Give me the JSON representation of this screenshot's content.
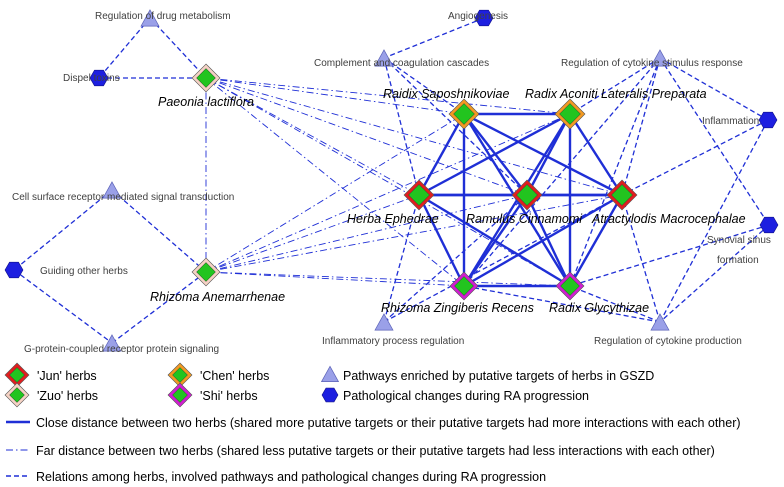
{
  "colors": {
    "edge": "#1f2fd6",
    "herb_fill": "#22c41f",
    "pathway": "#9aa0e8",
    "pathological": "#1d1fe0",
    "jun": "#e01f1f",
    "zuo": "#f5d2c4",
    "chen": "#f29a22",
    "shi": "#d01fd0"
  },
  "herbs": [
    {
      "id": "paeonia",
      "label": "Paeonia lactiflora",
      "role": "zuo"
    },
    {
      "id": "saposh",
      "label": "Raidix Saposhnikoviae",
      "role": "chen"
    },
    {
      "id": "aconiti",
      "label": "Radix Aconiti Lateralis Preparata",
      "role": "chen"
    },
    {
      "id": "ephedra",
      "label": "Herba Ephedrae",
      "role": "jun"
    },
    {
      "id": "cinnam",
      "label": "Ramulus Cinnamomi",
      "role": "jun"
    },
    {
      "id": "atract",
      "label": "Atractylodis Macrocephalae",
      "role": "jun"
    },
    {
      "id": "anemarr",
      "label": "Rhizoma Anemarrhenae",
      "role": "zuo"
    },
    {
      "id": "zingib",
      "label": "Rhizoma Zingiberis Recens",
      "role": "shi"
    },
    {
      "id": "glycyr",
      "label": "Radix Glycythizae",
      "role": "shi"
    }
  ],
  "pathways": [
    {
      "id": "drugmet",
      "label": "Regulation of drug metabolism"
    },
    {
      "id": "complement",
      "label": "Complement and coagulation cascades"
    },
    {
      "id": "cytostim",
      "label": "Regulation of cytokine stimulus response"
    },
    {
      "id": "cellsurf",
      "label": "Cell surface receptor mediated signal transduction"
    },
    {
      "id": "gprotein",
      "label": "G-protein-coupled receptor protein signaling"
    },
    {
      "id": "inflamproc",
      "label": "Inflammatory process regulation"
    },
    {
      "id": "cytoprod",
      "label": "Regulation of cytokine production"
    }
  ],
  "pathological": [
    {
      "id": "angio",
      "label": "Angiogenesis"
    },
    {
      "id": "dispel",
      "label": "Dispel toxins"
    },
    {
      "id": "inflam",
      "label": "Inflammation"
    },
    {
      "id": "synov",
      "label": "Synovial sinus",
      "label2": "formation"
    },
    {
      "id": "guiding",
      "label": "Guiding other herbs"
    }
  ],
  "close_edges": [
    [
      "saposh",
      "aconiti"
    ],
    [
      "saposh",
      "ephedra"
    ],
    [
      "saposh",
      "cinnam"
    ],
    [
      "saposh",
      "atract"
    ],
    [
      "saposh",
      "zingib"
    ],
    [
      "saposh",
      "glycyr"
    ],
    [
      "aconiti",
      "ephedra"
    ],
    [
      "aconiti",
      "cinnam"
    ],
    [
      "aconiti",
      "atract"
    ],
    [
      "aconiti",
      "zingib"
    ],
    [
      "aconiti",
      "glycyr"
    ],
    [
      "ephedra",
      "cinnam"
    ],
    [
      "ephedra",
      "atract"
    ],
    [
      "ephedra",
      "zingib"
    ],
    [
      "ephedra",
      "glycyr"
    ],
    [
      "cinnam",
      "atract"
    ],
    [
      "cinnam",
      "zingib"
    ],
    [
      "cinnam",
      "glycyr"
    ],
    [
      "atract",
      "zingib"
    ],
    [
      "atract",
      "glycyr"
    ],
    [
      "zingib",
      "glycyr"
    ]
  ],
  "far_edges": [
    [
      "paeonia",
      "saposh"
    ],
    [
      "paeonia",
      "aconiti"
    ],
    [
      "paeonia",
      "ephedra"
    ],
    [
      "paeonia",
      "cinnam"
    ],
    [
      "paeonia",
      "atract"
    ],
    [
      "paeonia",
      "anemarr"
    ],
    [
      "paeonia",
      "zingib"
    ],
    [
      "paeonia",
      "glycyr"
    ],
    [
      "anemarr",
      "saposh"
    ],
    [
      "anemarr",
      "aconiti"
    ],
    [
      "anemarr",
      "ephedra"
    ],
    [
      "anemarr",
      "cinnam"
    ],
    [
      "anemarr",
      "atract"
    ],
    [
      "anemarr",
      "zingib"
    ],
    [
      "anemarr",
      "glycyr"
    ]
  ],
  "relation_edges": [
    [
      "drugmet",
      "paeonia"
    ],
    [
      "drugmet",
      "dispel"
    ],
    [
      "dispel",
      "paeonia"
    ],
    [
      "angio",
      "complement"
    ],
    [
      "complement",
      "ephedra"
    ],
    [
      "complement",
      "cinnam"
    ],
    [
      "complement",
      "saposh"
    ],
    [
      "cytostim",
      "aconiti"
    ],
    [
      "cytostim",
      "atract"
    ],
    [
      "cytostim",
      "zingib"
    ],
    [
      "cytostim",
      "inflam"
    ],
    [
      "cytostim",
      "synov"
    ],
    [
      "cytostim",
      "glycyr"
    ],
    [
      "inflam",
      "atract"
    ],
    [
      "inflam",
      "cytoprod"
    ],
    [
      "synov",
      "glycyr"
    ],
    [
      "synov",
      "cytoprod"
    ],
    [
      "cellsurf",
      "anemarr"
    ],
    [
      "cellsurf",
      "guiding"
    ],
    [
      "guiding",
      "gprotein"
    ],
    [
      "gprotein",
      "anemarr"
    ],
    [
      "inflamproc",
      "ephedra"
    ],
    [
      "inflamproc",
      "cinnam"
    ],
    [
      "inflamproc",
      "atract"
    ],
    [
      "cytoprod",
      "zingib"
    ],
    [
      "cytoprod",
      "glycyr"
    ],
    [
      "cytoprod",
      "atract"
    ]
  ],
  "legend": {
    "jun": "'Jun' herbs",
    "zuo": "'Zuo' herbs",
    "chen": "'Chen' herbs",
    "shi": "'Shi' herbs",
    "pathway": "Pathways enriched by putative targets of herbs in GSZD",
    "pathological": "Pathological changes during RA progression",
    "close": "Close distance between two herbs (shared more putative targets or their putative targets had more interactions with each other)",
    "far": "Far distance between two herbs (shared less putative targets or their putative targets had less interactions with each other)",
    "relation": "Relations among herbs, involved pathways and pathological changes during RA progression"
  }
}
